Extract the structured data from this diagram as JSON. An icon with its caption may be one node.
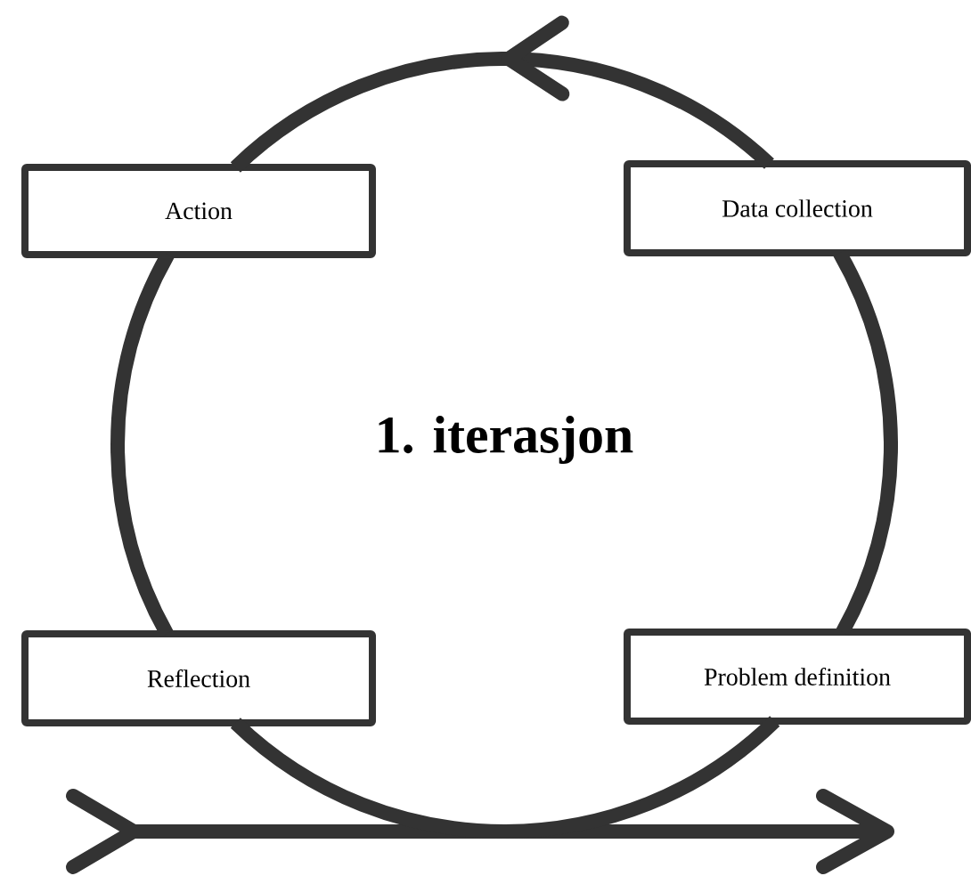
{
  "diagram": {
    "nodes": [
      {
        "text": [
          "Action"
        ]
      },
      {
        "text": [
          "Data collection"
        ]
      },
      {
        "text": [
          "Reflection"
        ]
      },
      {
        "text": [
          "Problem definition"
        ]
      }
    ],
    "edges": [
      {
        "from": 1,
        "to": 0,
        "arrow": "to"
      },
      {
        "from": 0,
        "to": 2,
        "arrow": "none"
      },
      {
        "from": 2,
        "to": 3,
        "arrow": "none"
      },
      {
        "from": 3,
        "to": 1,
        "arrow": "none"
      }
    ],
    "labels": [
      "1. iterasjon"
    ]
  }
}
